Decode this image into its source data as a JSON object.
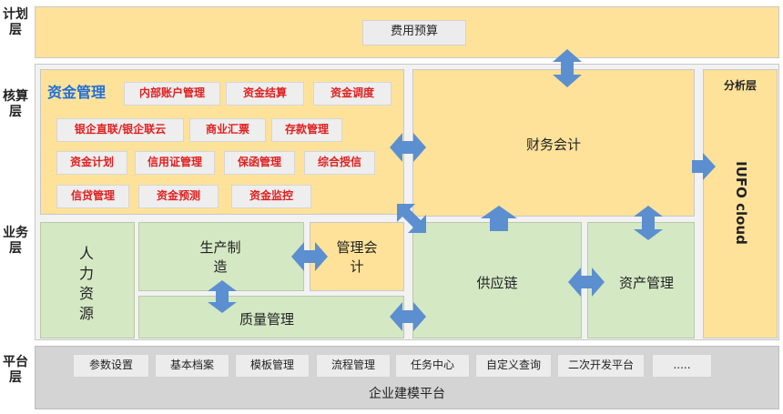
{
  "layers": {
    "plan": "计划层",
    "accounting": "核算层",
    "business": "业务层",
    "platform": "平台层"
  },
  "plan": {
    "budget": "费用预算"
  },
  "fund": {
    "title": "资金管理",
    "items": [
      "内部账户管理",
      "资金结算",
      "资金调度",
      "银企直联/银企联云",
      "商业汇票",
      "存款管理",
      "资金计划",
      "信用证管理",
      "保函管理",
      "综合授信",
      "信贷管理",
      "资金预测",
      "资金监控"
    ]
  },
  "finance": {
    "label": "财务会计"
  },
  "analysis": {
    "title": "分析层",
    "iufo": "IUFO cloud"
  },
  "business": {
    "hr": "人力资源",
    "production": "生产制造",
    "mgmt_accounting": "管理会计",
    "quality": "质量管理",
    "supply_chain": "供应链",
    "asset_mgmt": "资产管理"
  },
  "platform": {
    "items": [
      "参数设置",
      "基本档案",
      "模板管理",
      "流程管理",
      "任务中心",
      "自定义查询",
      "二次开发平台",
      "....."
    ],
    "title": "企业建模平台"
  },
  "colors": {
    "arrow": "#5b8fd0",
    "fund_title": "#1f6fd6",
    "fund_item": "#e02020",
    "yellow": "#ffe29a",
    "green": "#d4e8c4",
    "gray": "#d4d4d4"
  }
}
